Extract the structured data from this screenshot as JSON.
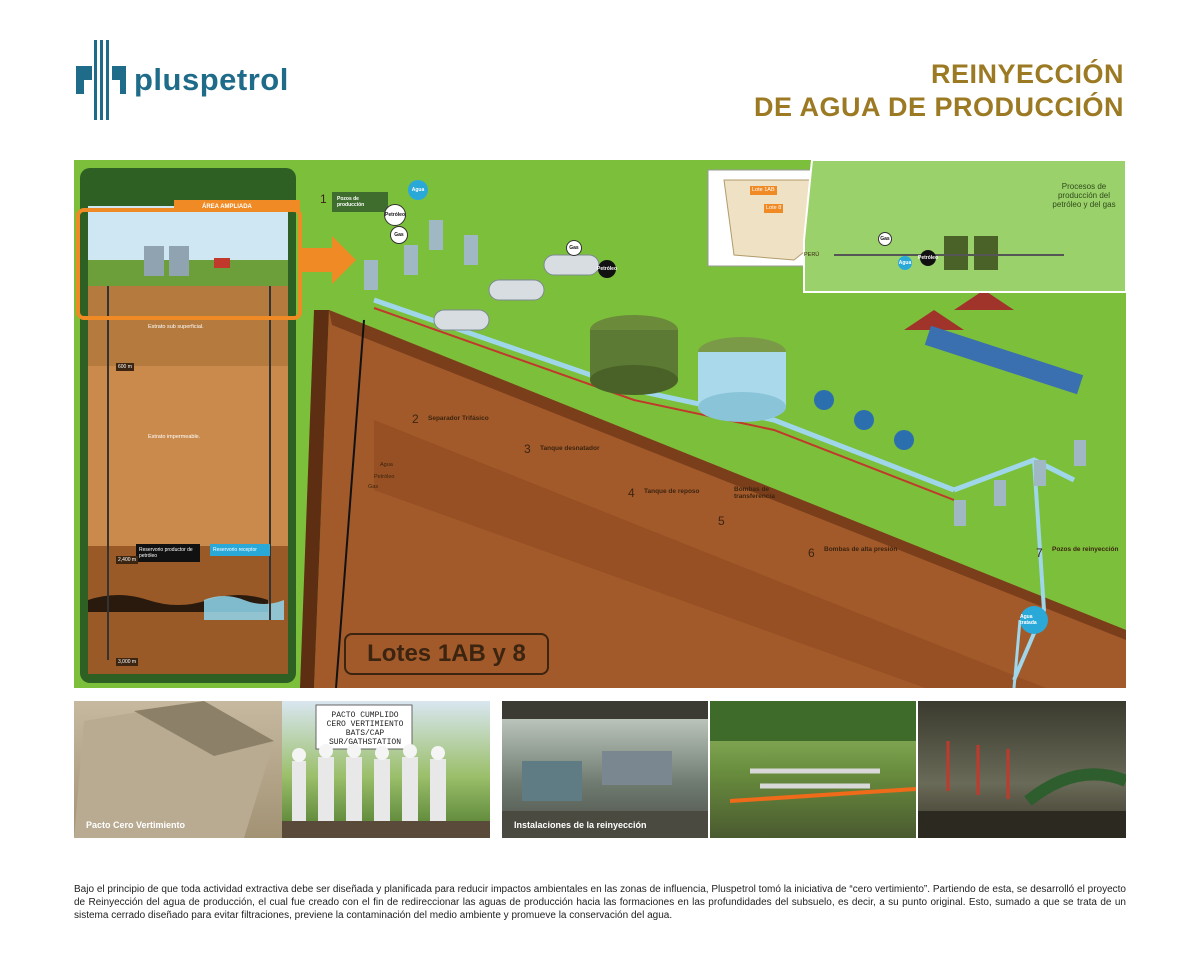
{
  "brand": {
    "name": "pluspetrol",
    "color": "#1f6b8a"
  },
  "title": {
    "line1": "REINYECCIÓN",
    "line2": "DE AGUA DE PRODUCCIÓN",
    "color": "#9c7a24"
  },
  "infographic": {
    "area_label": "ÁREA AMPLIADA",
    "lotes_label": "Lotes 1AB y 8",
    "inset_title": "Procesos de producción del petróleo y del gas",
    "map_labels": [
      "Lote 1AB",
      "Lote 8",
      "PERÚ"
    ],
    "bubbles": [
      "Agua",
      "Petróleo",
      "Gas",
      "Gas",
      "Petróleo",
      "Gas",
      "Agua",
      "Petróleo",
      "Agua tratada"
    ],
    "stratum_labels": [
      "Estrato sub superficial.",
      "Estrato impermeable.",
      "Reservorio productor de petróleo",
      "Reservorio receptor"
    ],
    "depths": [
      "600 m",
      "2,400 m",
      "3,000 m"
    ],
    "well_labels": [
      "Agua",
      "Petróleo",
      "Gas"
    ],
    "steps": [
      {
        "num": "1",
        "title": "Pozos de producción"
      },
      {
        "num": "2",
        "title": "Separador Trifásico"
      },
      {
        "num": "3",
        "title": "Tanque desnatador"
      },
      {
        "num": "4",
        "title": "Tanque de reposo"
      },
      {
        "num": "5",
        "title": "Bombas de transferencia"
      },
      {
        "num": "6",
        "title": "Bombas de alta presión"
      },
      {
        "num": "7",
        "title": "Pozos de reinyección"
      }
    ]
  },
  "photos": [
    {
      "caption": "Pacto Cero Vertimiento"
    },
    {
      "caption": ""
    },
    {
      "caption": "Instalaciones de la reinyección"
    },
    {
      "caption": ""
    },
    {
      "caption": ""
    }
  ],
  "sign_text": [
    "PACTO CUMPLIDO",
    "CERO VERTIMIENTO",
    "BATS/CAP SUR/GATHSTATION"
  ],
  "body_text": "Bajo el principio de que toda actividad extractiva debe ser diseñada y planificada para reducir impactos ambientales en las zonas de influencia, Pluspetrol tomó la iniciativa de “cero vertimiento”. Partiendo de esta, se desarrolló el proyecto de Reinyección del agua de producción, el cual fue creado con el fin de redireccionar las aguas de producción hacia las formaciones en las profundidades del subsuelo, es decir, a su punto original. Esto, sumado a que se trata de un sistema cerrado diseñado para evitar filtraciones, previene la contaminación del medio ambiente y promueve la conservación del agua."
}
